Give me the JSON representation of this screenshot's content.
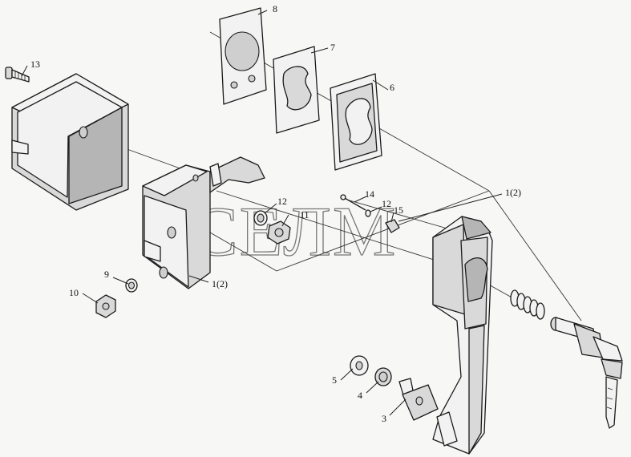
{
  "watermark": "СЕЛМ",
  "callouts": {
    "c1": "1(2)",
    "c2": "1(2)",
    "c3": "3",
    "c4": "4",
    "c5": "5",
    "c6": "6",
    "c7": "7",
    "c8": "8",
    "c9": "9",
    "c10": "10",
    "c11": "11",
    "c12a": "12",
    "c12b": "12",
    "c13": "13",
    "c14": "14",
    "c15": "15"
  },
  "colors": {
    "line": "#1a1a1a",
    "fill_light": "#f2f2f2",
    "fill_mid": "#d9d9d9",
    "fill_dark": "#b5b5b5",
    "background": "#f7f7f5"
  }
}
